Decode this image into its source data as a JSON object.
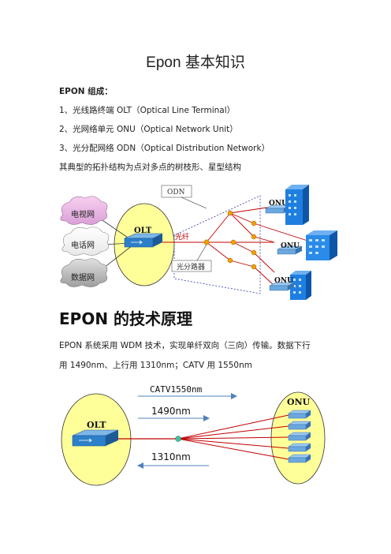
{
  "title": "Epon  基本知识",
  "composition_heading": "EPON 组成：",
  "items": [
    "1、光线路终端 OLT（Optical Line Terminal）",
    "2、光网络单元 ONU（Optical Network Unit）",
    "3、光分配网络 ODN（Optical Distribution Network）"
  ],
  "topology_sentence": "其典型的拓扑结构为点对多点的树枝形、星型结构",
  "diagram1": {
    "odn_label": "ODN",
    "olt_label": "OLT",
    "fiber_label": "光纤",
    "splitter_label": "光分路器",
    "services": [
      "电视网",
      "电话网",
      "数据网"
    ],
    "onu_labels": [
      "ONU",
      "ONU",
      "ONU"
    ]
  },
  "principle_heading": "EPON 的技术原理",
  "principle_line1": "EPON 系统采用 WDM 技术，实现单纤双向（三向）传输。数据下行",
  "principle_line2": "用 1490nm、上行用 1310nm；CATV 用 1550nm",
  "diagram2": {
    "olt_label": "OLT",
    "onu_label": "ONU",
    "catv_label": "CATV1550nm",
    "down_label": "1490nm",
    "up_label": "1310nm"
  },
  "colors": {
    "circle_fill": "#ffff99",
    "fiber": "#c00000",
    "splitter": "#f0a000",
    "switch": "#2c7fc9",
    "building": "#1f7fe0"
  }
}
